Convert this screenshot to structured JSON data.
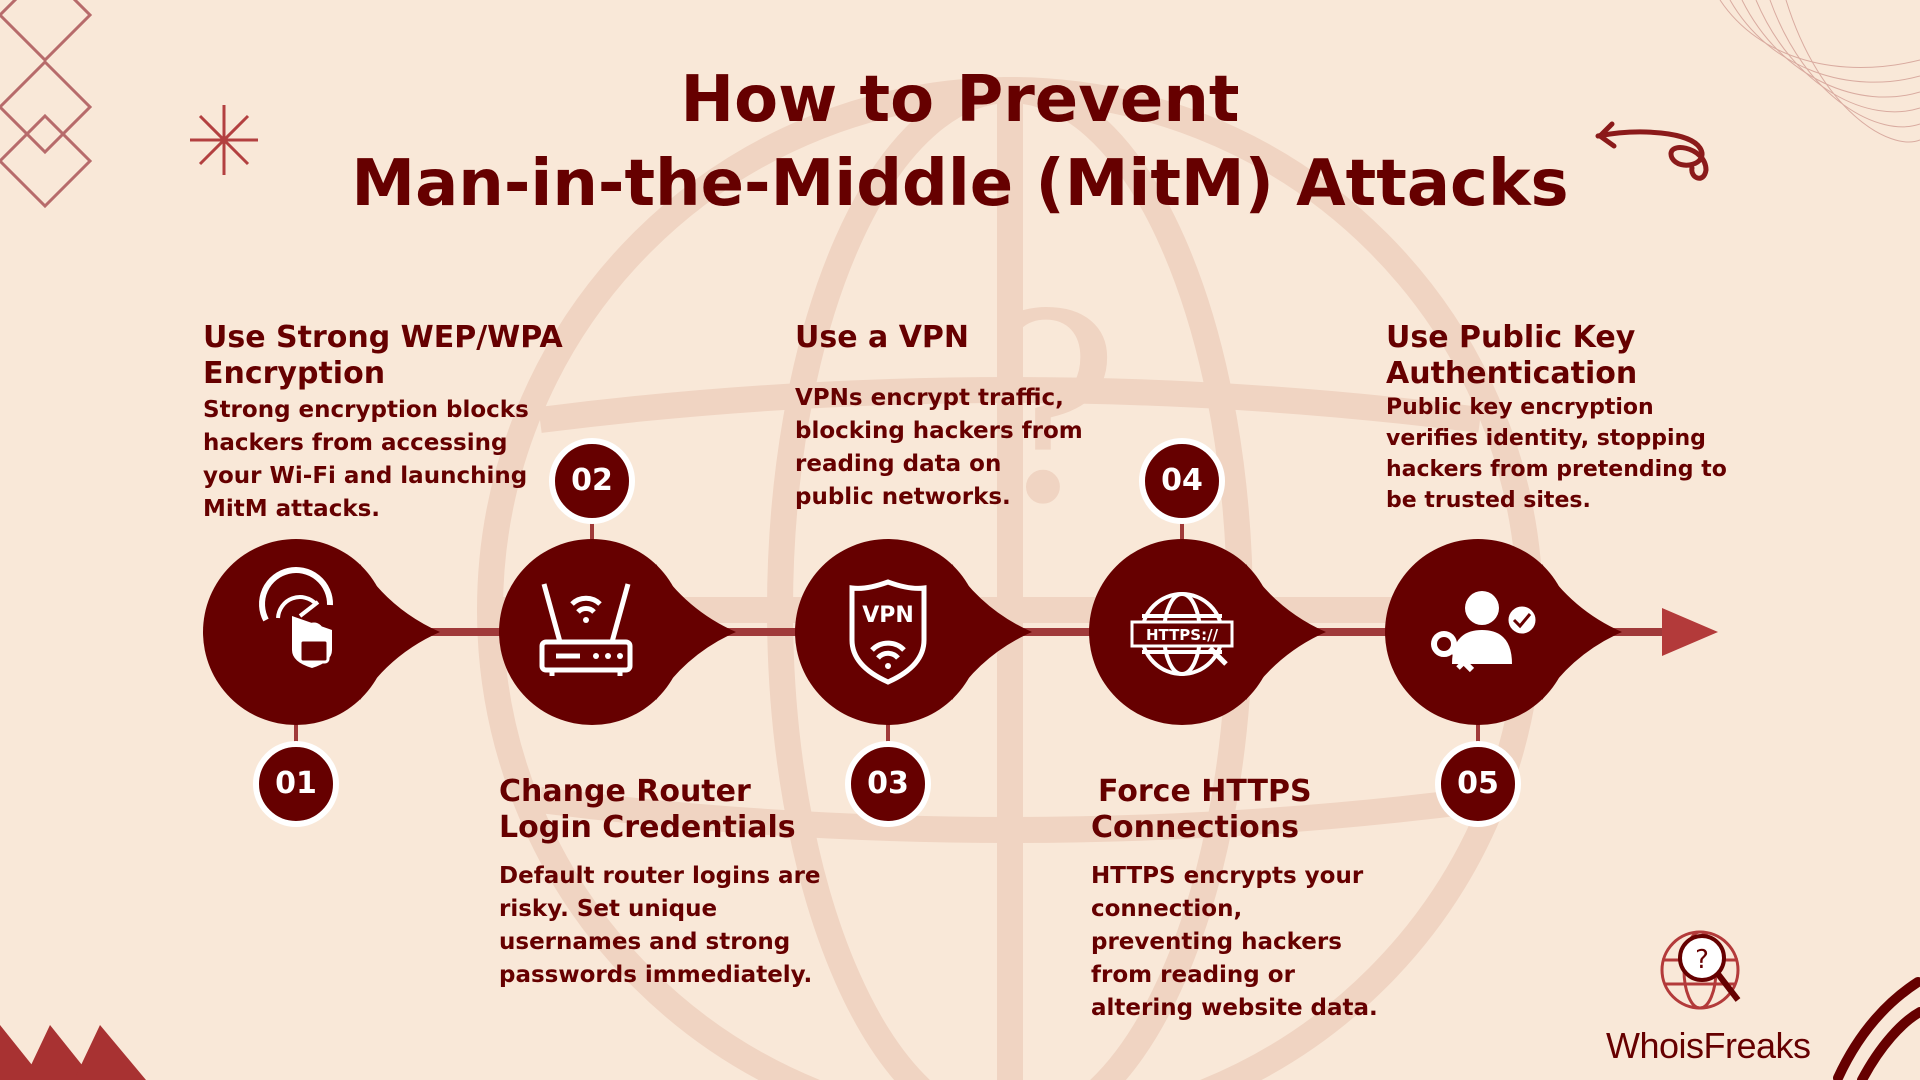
{
  "page": {
    "title_line1": "How to Prevent",
    "title_line2": "Man-in-the-Middle (MitM) Attacks"
  },
  "colors": {
    "background": "#f9e8d8",
    "primary": "#660000",
    "connector": "#a03a3a",
    "arrow": "#b33a3a",
    "watermark": "#f0d4c2"
  },
  "steps": [
    {
      "number": "01",
      "title_line1": "Use Strong WEP/WPA",
      "title_line2": "Encryption",
      "description": "Strong encryption blocks hackers from accessing your Wi-Fi and launching MitM attacks.",
      "icon": "shield-lock-icon"
    },
    {
      "number": "02",
      "title_line1": "Change Router",
      "title_line2": "Login Credentials",
      "description": "Default router logins are risky. Set unique usernames and strong passwords immediately.",
      "icon": "router-icon"
    },
    {
      "number": "03",
      "title_line1": "Use a VPN",
      "title_line2": "",
      "description": "VPNs encrypt traffic, blocking hackers from reading data on public networks.",
      "icon": "vpn-shield-icon",
      "icon_text": "VPN"
    },
    {
      "number": "04",
      "title_line1": "Force HTTPS",
      "title_line2": "Connections",
      "description": "HTTPS encrypts your connection, preventing hackers from reading or altering website data.",
      "icon": "https-globe-icon",
      "icon_text": "HTTPS://"
    },
    {
      "number": "05",
      "title_line1": "Use Public Key",
      "title_line2": "Authentication",
      "description": "Public key encryption verifies identity, stopping hackers from pretending to be trusted sites.",
      "icon": "user-key-check-icon"
    }
  ],
  "brand": {
    "name": "WhoisFreaks",
    "logo_icon": "globe-magnifier-logo-icon",
    "logo_glyph": "?"
  }
}
